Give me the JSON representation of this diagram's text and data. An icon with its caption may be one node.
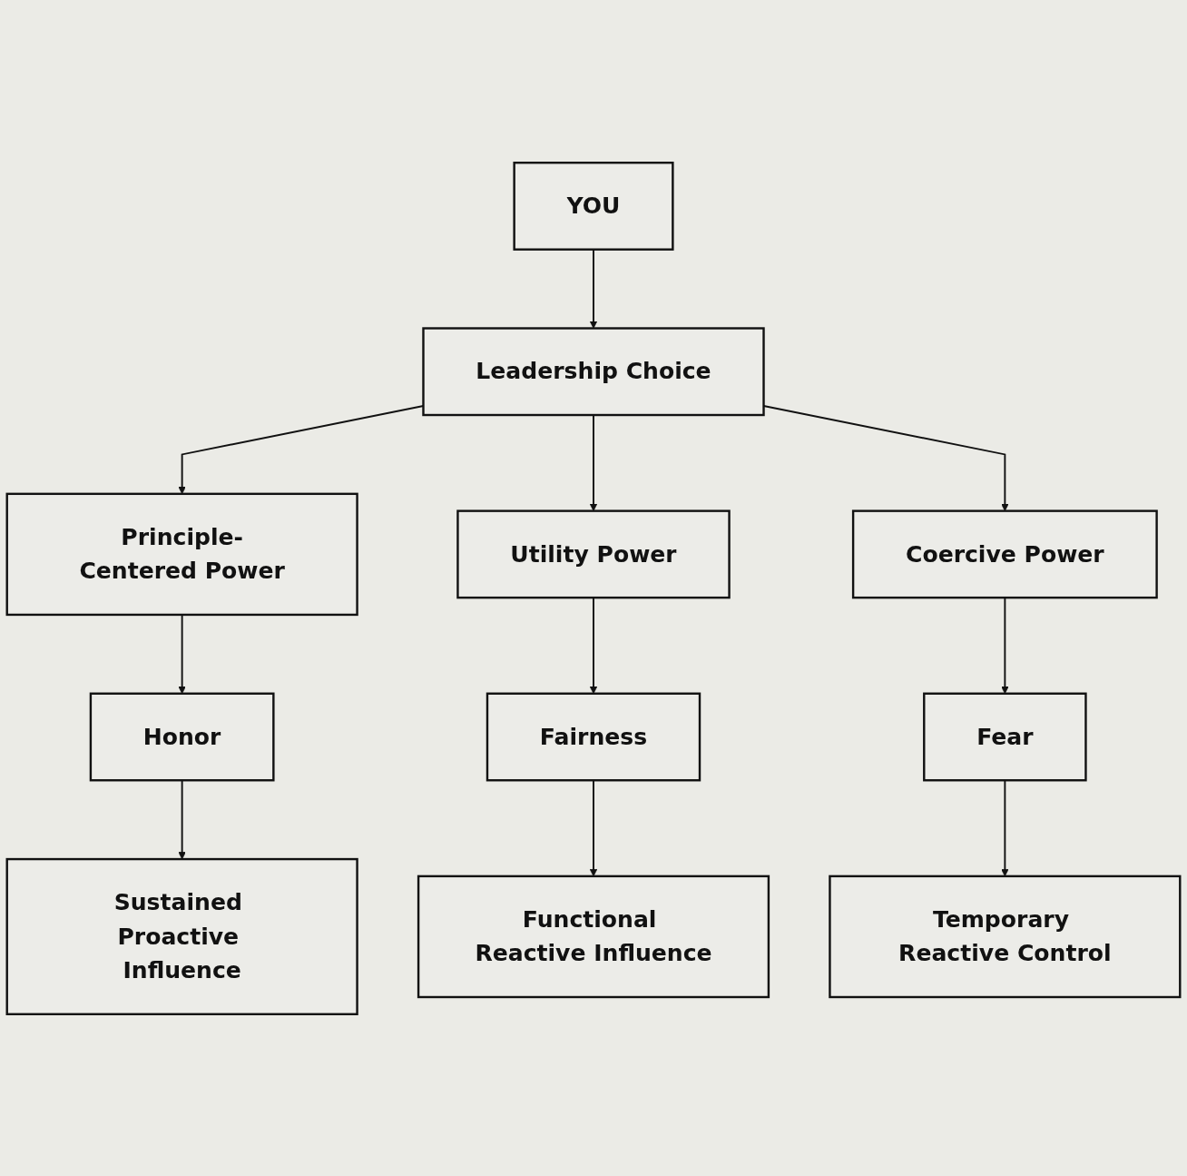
{
  "diagram": {
    "nodes": [
      {
        "text": [
          "YOU"
        ]
      },
      {
        "text": [
          "Leadership Choice"
        ]
      },
      {
        "text": [
          "Principle-Centered Power"
        ]
      },
      {
        "text": [
          "Utility Power"
        ]
      },
      {
        "text": [
          "Coercive Power"
        ]
      },
      {
        "text": [
          "Honor"
        ]
      },
      {
        "text": [
          "Fairness"
        ]
      },
      {
        "text": [
          "Fear"
        ]
      },
      {
        "text": [
          "Sustained Proactive Influence"
        ]
      },
      {
        "text": [
          "Functional Reactive Influence"
        ]
      },
      {
        "text": [
          "Temporary Reactive Control"
        ]
      }
    ],
    "edges": [
      {
        "from": 0,
        "to": 1,
        "arrow": "to"
      },
      {
        "from": 1,
        "to": 2,
        "arrow": "to"
      },
      {
        "from": 1,
        "to": 3,
        "arrow": "to"
      },
      {
        "from": 1,
        "to": 4,
        "arrow": "to"
      },
      {
        "from": 2,
        "to": 5,
        "arrow": "to"
      },
      {
        "from": 3,
        "to": 6,
        "arrow": "to"
      },
      {
        "from": 4,
        "to": 7,
        "arrow": "to"
      },
      {
        "from": 5,
        "to": 8,
        "arrow": "to"
      },
      {
        "from": 6,
        "to": 9,
        "arrow": "to"
      },
      {
        "from": 7,
        "to": 10,
        "arrow": "to"
      }
    ]
  }
}
